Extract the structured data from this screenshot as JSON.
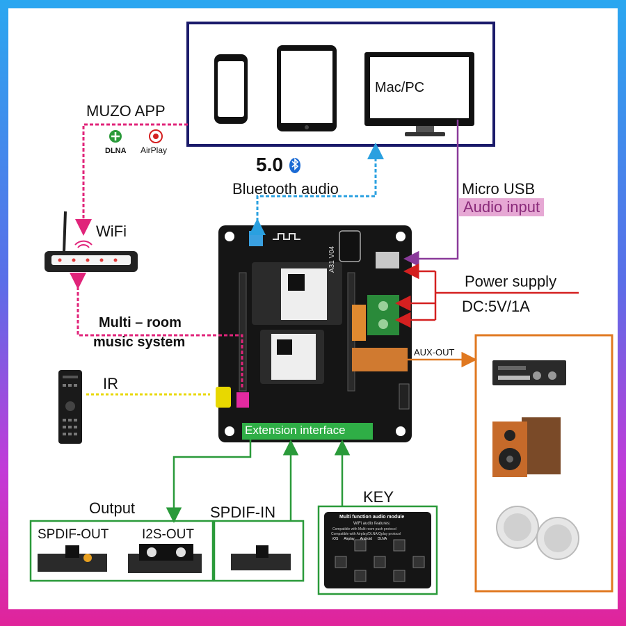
{
  "devices": {
    "mac_pc": "Mac/PC"
  },
  "labels": {
    "muzo_app": "MUZO APP",
    "dlna": "DLNA",
    "airplay": "AirPlay",
    "wifi": "WiFi",
    "bt_version": "5.0",
    "bluetooth_audio": "Bluetooth audio",
    "micro_usb": "Micro USB",
    "audio_input": "Audio input",
    "power_supply": "Power supply",
    "dc_spec": "DC:5V/1A",
    "multiroom_line1": "Multi – room",
    "multiroom_line2": "music system",
    "ir": "IR",
    "aux_out": "AUX-OUT",
    "extension_interface": "Extension interface",
    "output": "Output",
    "spdif_out": "SPDIF-OUT",
    "i2s_out": "I2S-OUT",
    "spdif_in": "SPDIF-IN",
    "key": "KEY"
  },
  "board": {
    "version": "A31 V04"
  },
  "key_module": {
    "title": "Multi function audio module",
    "subtitle": "WiFi audio features:",
    "line1": "Compatible with Multi room push protocol",
    "line2": "Compatible with Airplay/DLNA/Qplay protocol",
    "platforms": [
      "iOS",
      "Airplay",
      "Android",
      "DLNA"
    ]
  },
  "colors": {
    "pink_link": "#e0247a",
    "blue_link": "#2aa0e0",
    "purple_link": "#8a3a9a",
    "red_link": "#d42020",
    "green_link": "#2a9a3a",
    "yellow_link": "#e8d800",
    "orange_frame": "#e07820",
    "navy_frame": "#1a1a6a",
    "board_pcb": "#151515",
    "audio_input_bg": "#e6a8d4"
  }
}
